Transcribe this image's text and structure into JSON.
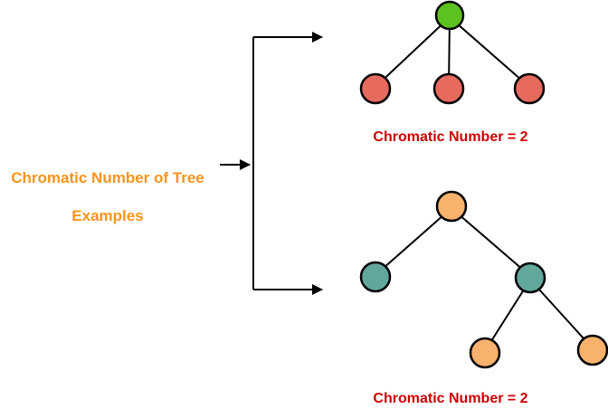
{
  "diagram": {
    "title": {
      "line1": "Chromatic Number of Tree",
      "line2": "Examples"
    },
    "trees": [
      {
        "name": "star-tree-example",
        "caption": "Chromatic Number = 2",
        "chromatic_number": 2,
        "nodes": [
          {
            "id": "root",
            "color_role": "green"
          },
          {
            "id": "child-1",
            "color_role": "red"
          },
          {
            "id": "child-2",
            "color_role": "red"
          },
          {
            "id": "child-3",
            "color_role": "red"
          }
        ],
        "edges": [
          [
            "root",
            "child-1"
          ],
          [
            "root",
            "child-2"
          ],
          [
            "root",
            "child-3"
          ]
        ]
      },
      {
        "name": "binary-tree-example",
        "caption": "Chromatic Number = 2",
        "chromatic_number": 2,
        "nodes": [
          {
            "id": "root",
            "color_role": "orange"
          },
          {
            "id": "left-child",
            "color_role": "teal"
          },
          {
            "id": "right-child",
            "color_role": "teal"
          },
          {
            "id": "right-grandchild-1",
            "color_role": "orange"
          },
          {
            "id": "right-grandchild-2",
            "color_role": "orange"
          }
        ],
        "edges": [
          [
            "root",
            "left-child"
          ],
          [
            "root",
            "right-child"
          ],
          [
            "right-child",
            "right-grandchild-1"
          ],
          [
            "right-child",
            "right-grandchild-2"
          ]
        ]
      }
    ]
  },
  "colors": {
    "title_text": "#F7941D",
    "caption_text": "#CC0000",
    "green_node": "#5CC21F",
    "red_node": "#E66A5E",
    "orange_node": "#F9B26E",
    "teal_node": "#62A79B",
    "node_border": "#000000",
    "line": "#000000"
  }
}
